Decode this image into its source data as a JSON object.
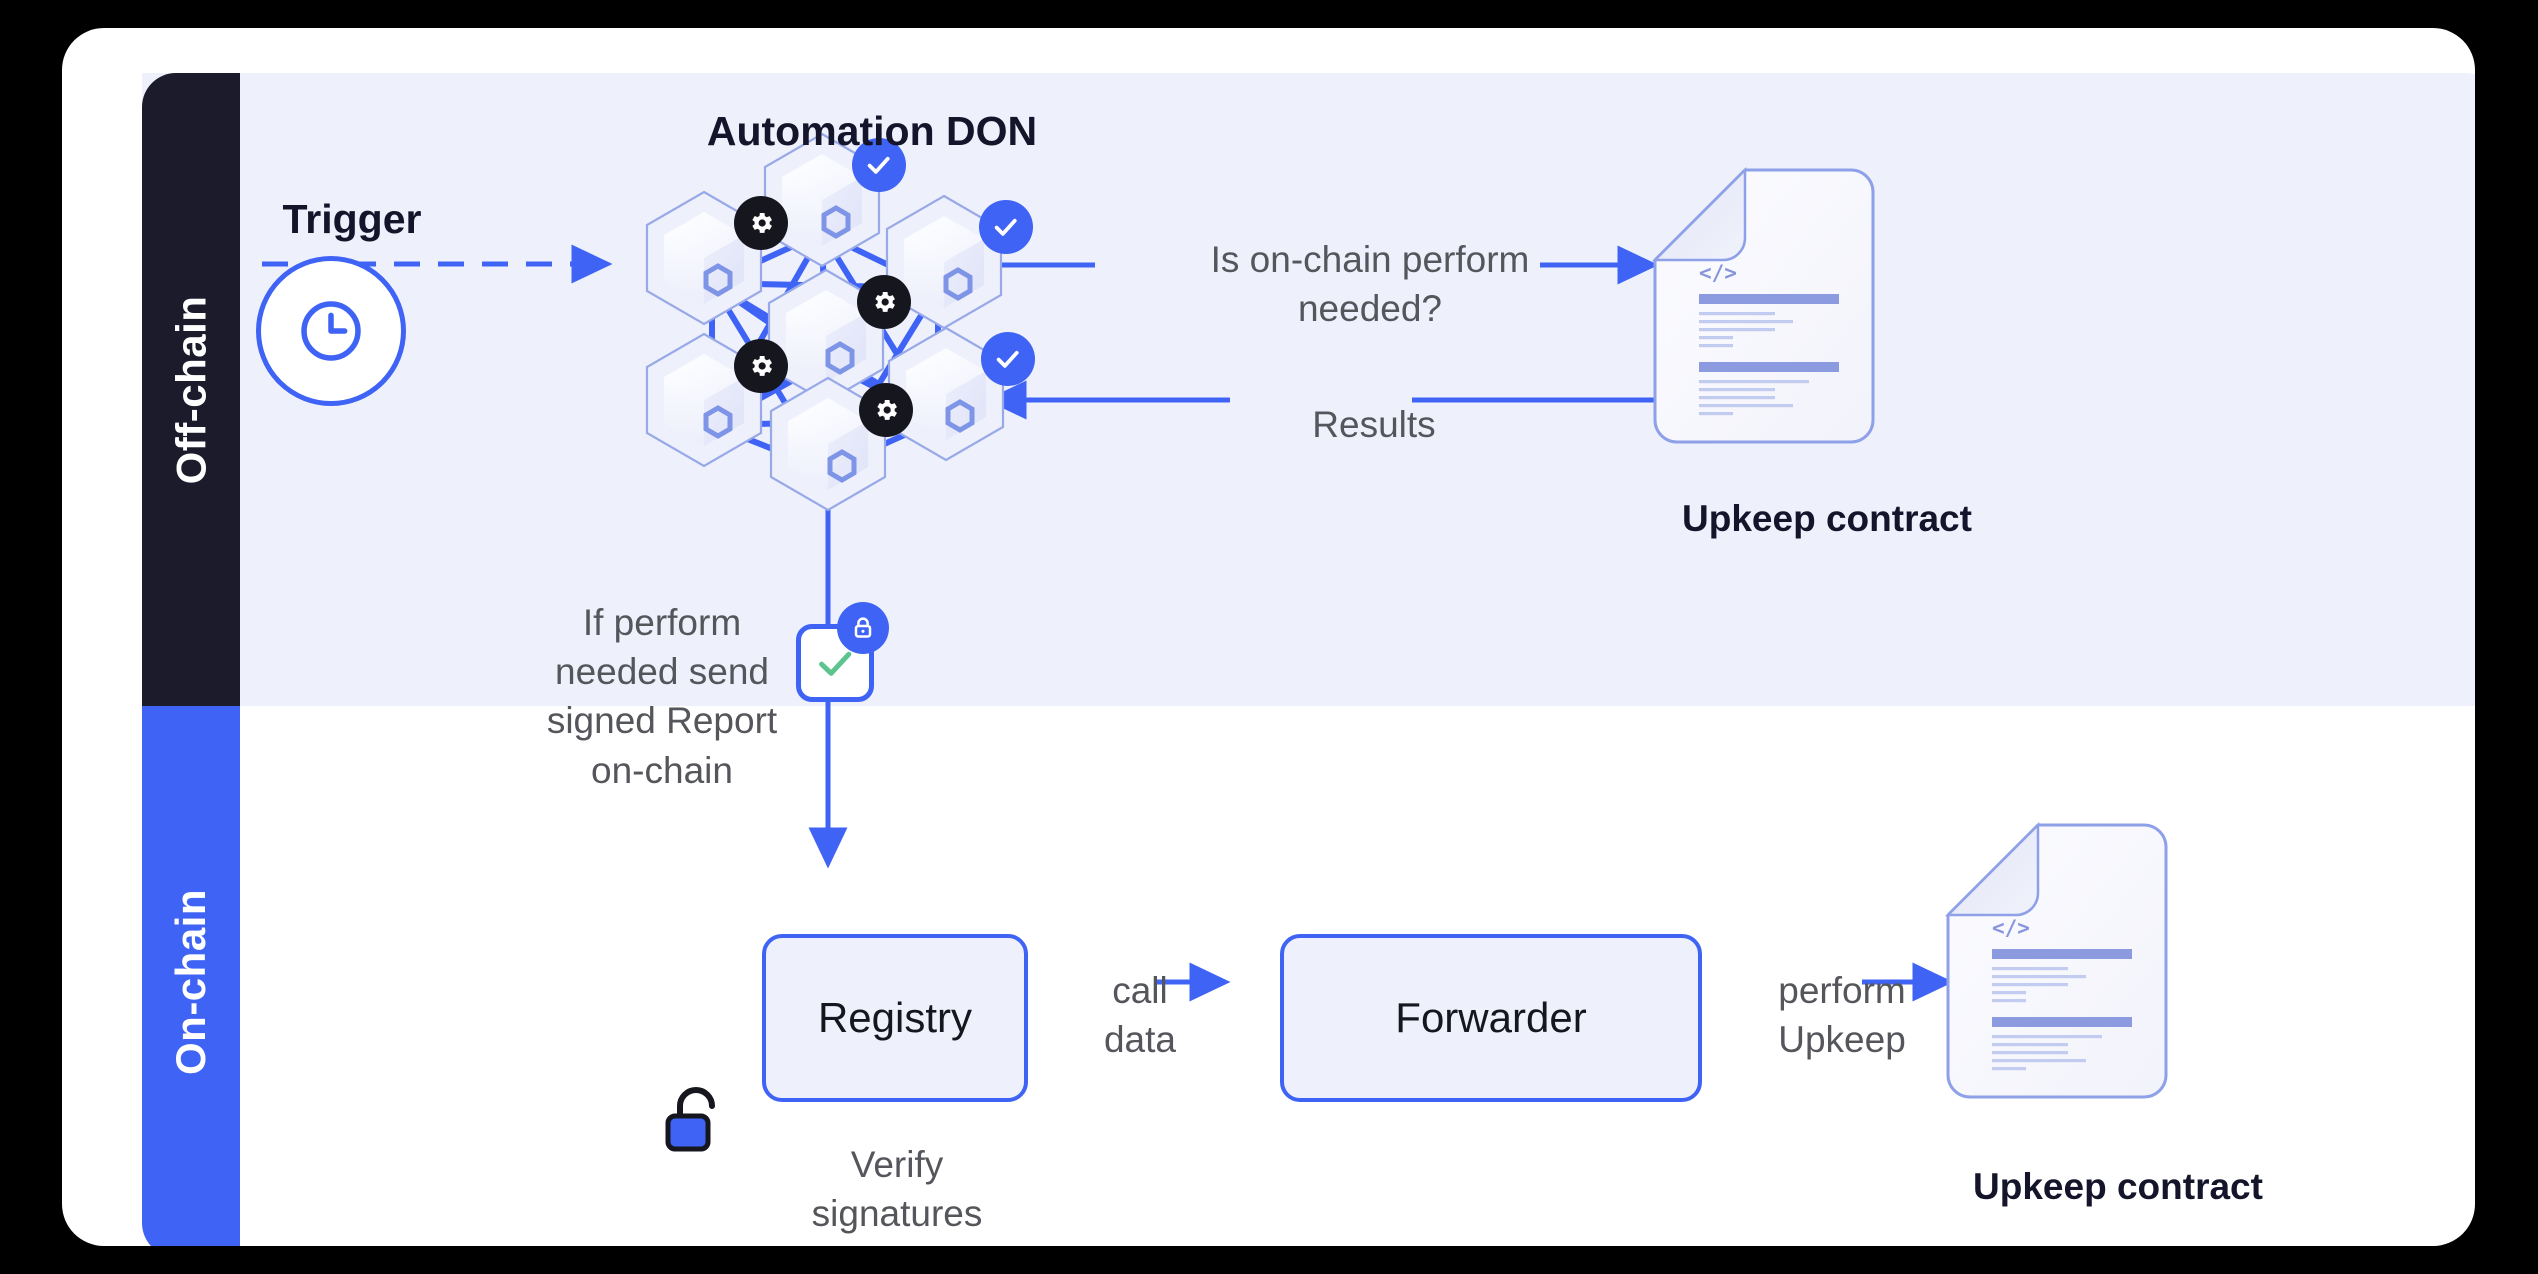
{
  "diagram": {
    "title_section": "Automation DON",
    "lanes": [
      {
        "id": "offchain",
        "label": "Off-chain",
        "color": "#1b1b2c"
      },
      {
        "id": "onchain",
        "label": "On-chain",
        "color": "#3f63f5"
      }
    ],
    "trigger": {
      "label": "Trigger",
      "icon": "clock-icon"
    },
    "don": {
      "title": "Automation DON",
      "nodes": [
        {
          "id": "n-top",
          "badge": "check-icon",
          "badge_color": "#3f63f5"
        },
        {
          "id": "n-upper-left",
          "badge": "gear-icon",
          "badge_color": "#16161f"
        },
        {
          "id": "n-upper-right",
          "badge": "check-icon",
          "badge_color": "#3f63f5"
        },
        {
          "id": "n-center",
          "badge": "gear-icon",
          "badge_color": "#16161f"
        },
        {
          "id": "n-lower-left",
          "badge": "gear-icon",
          "badge_color": "#16161f"
        },
        {
          "id": "n-lower-right",
          "badge": "check-icon",
          "badge_color": "#3f63f5"
        },
        {
          "id": "n-bottom",
          "badge": "gear-icon",
          "badge_color": "#16161f"
        }
      ]
    },
    "edge_labels": {
      "query": "Is on-chain perform\nneeded?",
      "results": "Results",
      "signed_report": "If perform\nneeded send\nsigned Report\non-chain",
      "call_data": "call\ndata",
      "verify": "Verify\nsignatures",
      "perform_upkeep": "perform\nUpkeep"
    },
    "onchain_boxes": [
      {
        "id": "registry",
        "label": "Registry"
      },
      {
        "id": "forwarder",
        "label": "Forwarder"
      }
    ],
    "contracts": [
      {
        "id": "upkeep-contract-offchain",
        "label": "Upkeep contract",
        "icon": "code-document-icon",
        "code_glyph": "</>"
      },
      {
        "id": "upkeep-contract-onchain",
        "label": "Upkeep contract",
        "icon": "code-document-icon",
        "code_glyph": "</>"
      }
    ],
    "icons": {
      "signed_report_check": "check-icon",
      "signed_report_lock": "lock-closed-icon",
      "verify_lock": "lock-open-icon"
    },
    "colors": {
      "accent_blue": "#3f63f5",
      "dark": "#1b1b2c",
      "panel_bg": "#eef0fc",
      "text_gray": "#55565b",
      "check_green": "#5bc48f",
      "card_bg": "#ffffff"
    }
  }
}
